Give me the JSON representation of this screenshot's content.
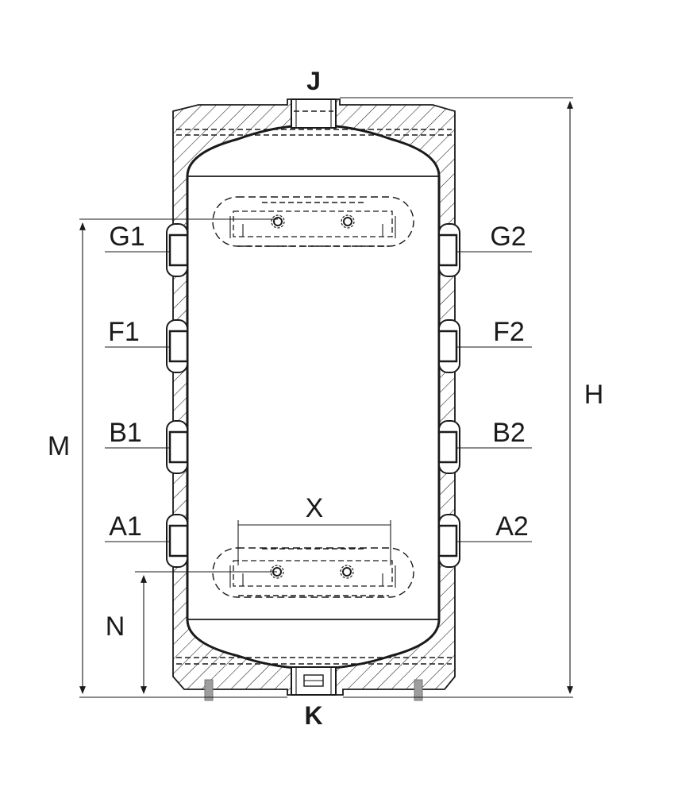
{
  "labels": {
    "top_connection": "J",
    "bottom_connection": "K",
    "height": "H",
    "dim_m": "M",
    "dim_n": "N",
    "dim_x": "X",
    "g1": "G1",
    "g2": "G2",
    "f1": "F1",
    "f2": "F2",
    "b1": "B1",
    "b2": "B2",
    "a1": "A1",
    "a2": "A2"
  },
  "colors": {
    "line": "#1a1a1a",
    "foot": "#9e9e9e",
    "background": "#ffffff"
  }
}
